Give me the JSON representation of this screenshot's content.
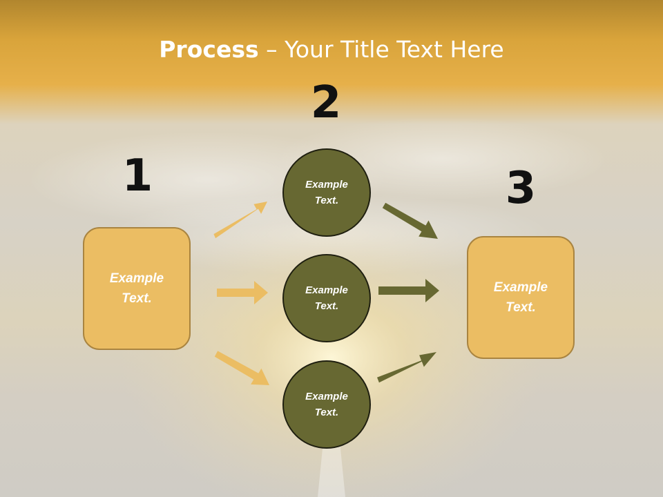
{
  "slide": {
    "title_bold": "Process",
    "title_rest": " – Your Title Text Here"
  },
  "steps": {
    "step1_number": "1",
    "step2_number": "2",
    "step3_number": "3"
  },
  "nodes": {
    "left_box": "Example Text.",
    "right_box": "Example Text.",
    "circle_top": "Example Text.",
    "circle_middle": "Example Text.",
    "circle_bottom": "Example Text."
  },
  "colors": {
    "box_fill": "#ebbd63",
    "circle_fill": "#676832",
    "left_arrow_color": "#ebbd63",
    "right_arrow_color": "#676832",
    "header_band": "#e3a93a"
  }
}
